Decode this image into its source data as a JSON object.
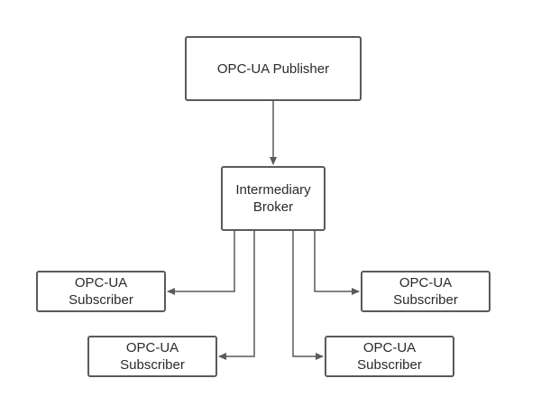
{
  "publisher": {
    "label": "OPC-UA Publisher"
  },
  "broker": {
    "line1": "Intermediary",
    "line2": "Broker"
  },
  "subscribers": [
    {
      "line1": "OPC-UA",
      "line2": "Subscriber"
    },
    {
      "line1": "OPC-UA",
      "line2": "Subscriber"
    },
    {
      "line1": "OPC-UA",
      "line2": "Subscriber"
    },
    {
      "line1": "OPC-UA",
      "line2": "Subscriber"
    }
  ],
  "colors": {
    "line": "#5a5a5a",
    "text": "#2a2a2a",
    "background": "#ffffff"
  }
}
